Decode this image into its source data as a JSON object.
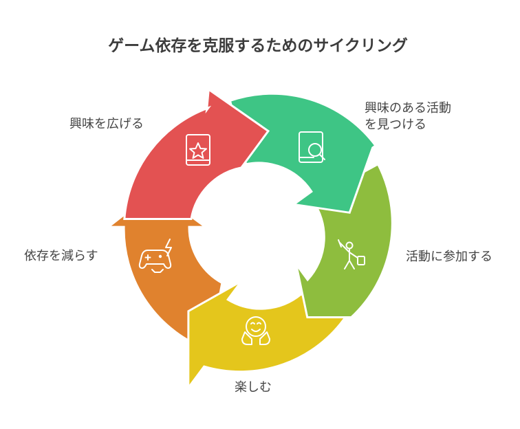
{
  "title": "ゲーム依存を克服するためのサイクリング",
  "steps": [
    {
      "label": "興味を広げる",
      "color": "#e35252",
      "icon": "star-book-icon"
    },
    {
      "label_lines": [
        "興味のある活動",
        "を見つける"
      ],
      "color": "#3ec585",
      "icon": "search-book-icon"
    },
    {
      "label": "活動に参加する",
      "color": "#8ebd3e",
      "icon": "person-activity-icon"
    },
    {
      "label": "楽しむ",
      "color": "#e4c61c",
      "icon": "smiling-face-icon"
    },
    {
      "label": "依存を減らす",
      "color": "#e0822e",
      "icon": "broken-controller-icon"
    }
  ]
}
